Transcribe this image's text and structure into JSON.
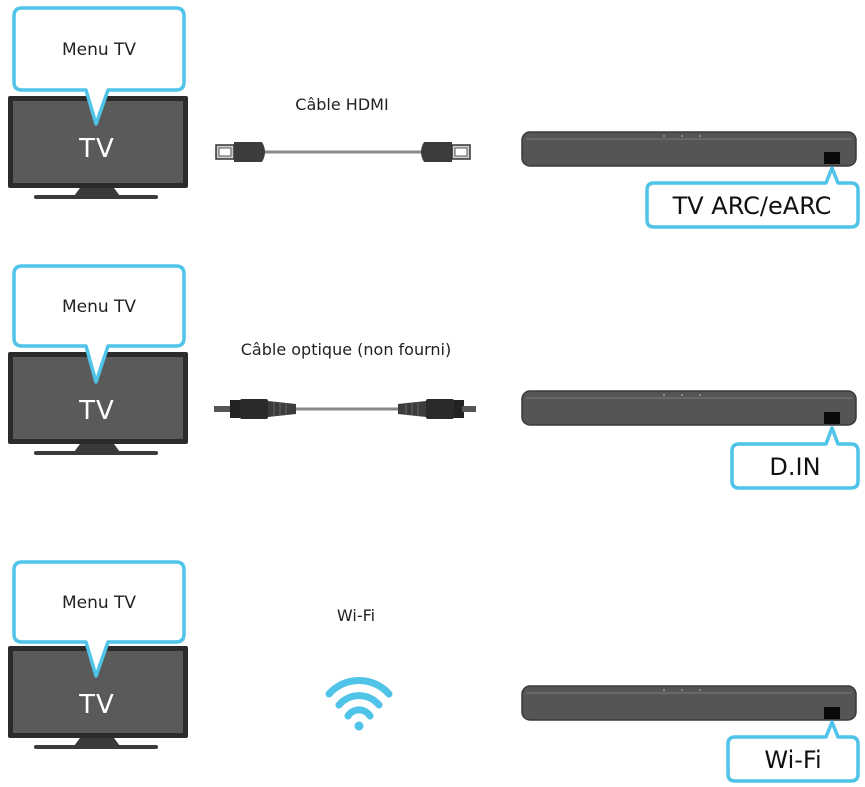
{
  "colors": {
    "accent": "#4fc3e8",
    "tv_screen": "#5a5a5a",
    "tv_bezel": "#2b2b2b",
    "soundbar": "#555555",
    "cable": "#8a8a8a"
  },
  "rows": [
    {
      "tv_callout": "Menu TV",
      "tv_label": "TV",
      "connection_label": "Câble HDMI",
      "connection_type": "hdmi-cable-icon",
      "port_label": "TV ARC/eARC"
    },
    {
      "tv_callout": "Menu TV",
      "tv_label": "TV",
      "connection_label": "Câble optique (non fourni)",
      "connection_type": "optical-cable-icon",
      "port_label": "D.IN"
    },
    {
      "tv_callout": "Menu TV",
      "tv_label": "TV",
      "connection_label": "Wi-Fi",
      "connection_type": "wifi-icon",
      "port_label": "Wi-Fi"
    }
  ]
}
